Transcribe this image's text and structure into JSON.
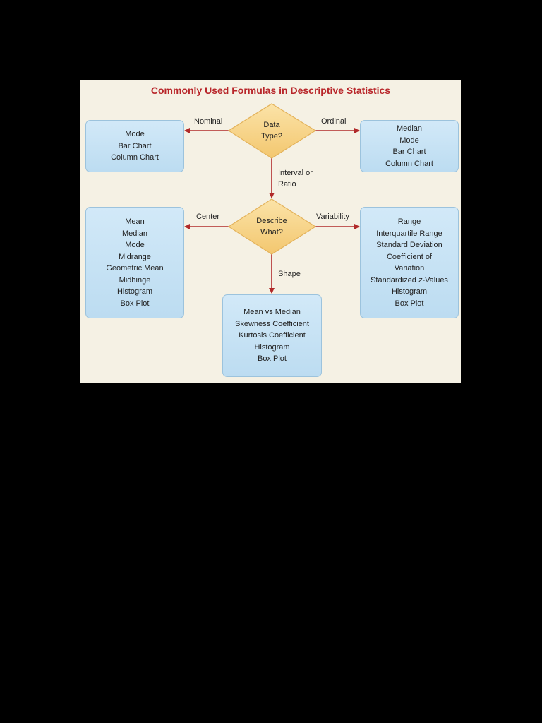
{
  "title": "Commonly Used Formulas in Descriptive Statistics",
  "decisions": {
    "data_type": [
      "Data",
      "Type?"
    ],
    "describe_what": [
      "Describe",
      "What?"
    ]
  },
  "edges": {
    "nominal": "Nominal",
    "ordinal": "Ordinal",
    "interval": [
      "Interval or",
      "Ratio"
    ],
    "center": "Center",
    "variability": "Variability",
    "shape": "Shape"
  },
  "boxes": {
    "nominal": [
      "Mode",
      "Bar Chart",
      "Column Chart"
    ],
    "ordinal": [
      "Median",
      "Mode",
      "Bar Chart",
      "Column Chart"
    ],
    "center": [
      "Mean",
      "Median",
      "Mode",
      "Midrange",
      "Geometric Mean",
      "Midhinge",
      "Histogram",
      "Box Plot"
    ],
    "variability": [
      "Range",
      "Interquartile Range",
      "Standard Deviation",
      "Coefficient of",
      "Variation",
      "Standardized z-Values",
      "Histogram",
      "Box Plot"
    ],
    "shape": [
      "Mean vs Median",
      "Skewness Coefficient",
      "Kurtosis Coefficient",
      "Histogram",
      "Box Plot"
    ]
  },
  "colors": {
    "title": "#b8262a",
    "arrow": "#b12a2a",
    "diamond_fill": "#f7d489",
    "diamond_stroke": "#e3b25a",
    "box_fill": "#c8e3f5",
    "box_stroke": "#9cc3dd",
    "panel_bg": "#f5f1e4"
  }
}
